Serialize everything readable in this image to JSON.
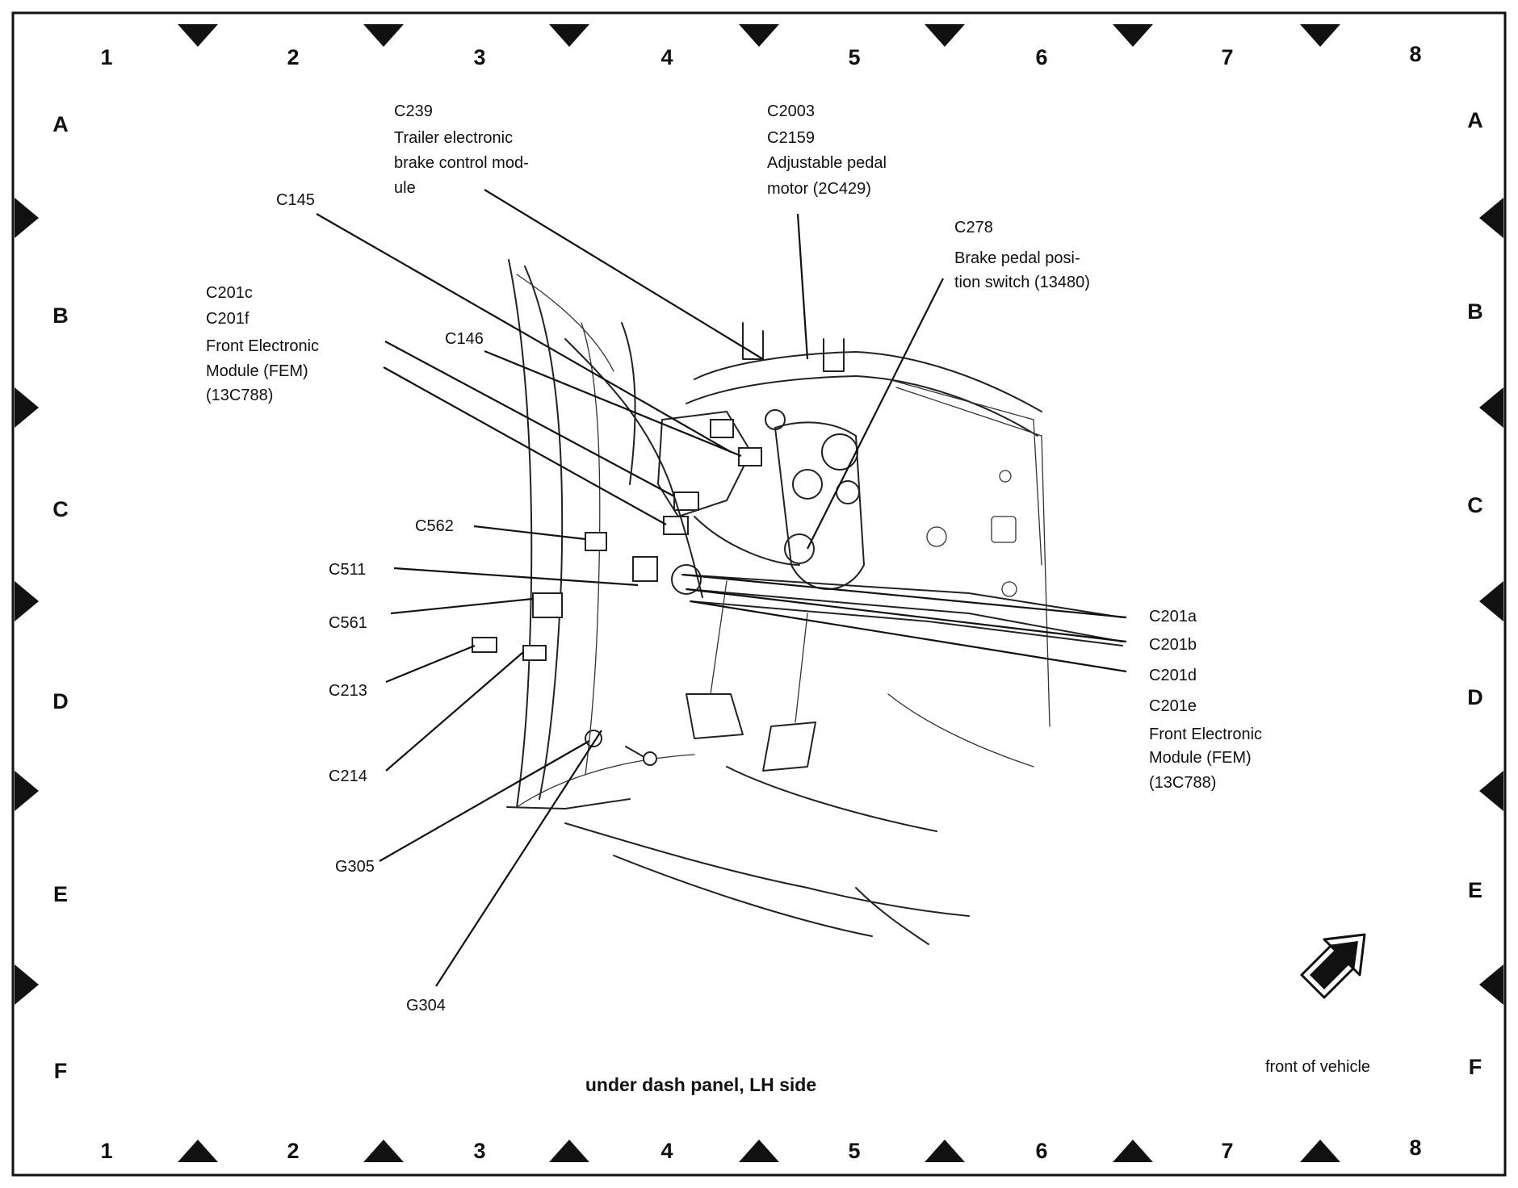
{
  "grid": {
    "columns": [
      "1",
      "2",
      "3",
      "4",
      "5",
      "6",
      "7",
      "8"
    ],
    "rows": [
      "A",
      "B",
      "C",
      "D",
      "E",
      "F"
    ]
  },
  "caption": "under dash panel, LH side",
  "orientation_note": "front of vehicle",
  "orientation_icon": "arrow-up-right-icon",
  "labels": {
    "c239": [
      "C239",
      "Trailer electronic",
      "brake control mod-",
      "ule"
    ],
    "c2003": [
      "C2003",
      "C2159",
      "Adjustable pedal",
      "motor (2C429)"
    ],
    "c145": [
      "C145"
    ],
    "c278": [
      "C278",
      "Brake pedal posi-",
      "tion switch (13480)"
    ],
    "c201c": [
      "C201c",
      "C201f",
      "Front Electronic",
      "Module (FEM)",
      "(13C788)"
    ],
    "c146": [
      "C146"
    ],
    "c562": [
      "C562"
    ],
    "c511": [
      "C511"
    ],
    "c561": [
      "C561"
    ],
    "c213": [
      "C213"
    ],
    "c214": [
      "C214"
    ],
    "g305": [
      "G305"
    ],
    "g304": [
      "G304"
    ],
    "c201a": [
      "C201a"
    ],
    "c201b": [
      "C201b"
    ],
    "c201d": [
      "C201d"
    ],
    "c201e": [
      "C201e",
      "Front Electronic",
      "Module (FEM)",
      "(13C788)"
    ]
  }
}
